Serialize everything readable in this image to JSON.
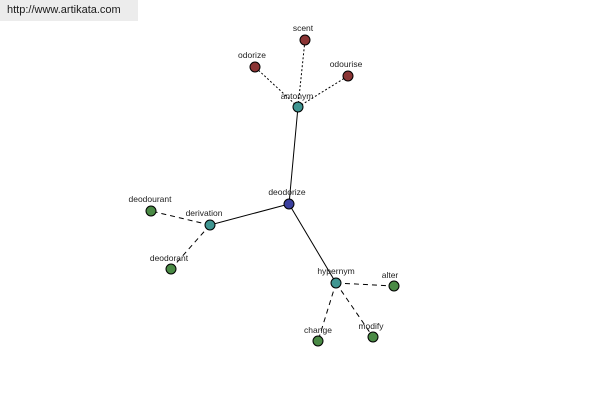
{
  "header": {
    "url": "http://www.artikata.com"
  },
  "colors": {
    "center": "#3a3f9e",
    "relation": "#3f9591",
    "antonym_word": "#8a3434",
    "word": "#4a8a45",
    "edge": "#000000"
  },
  "graph": {
    "center": {
      "label": "deodorize"
    },
    "relations": {
      "antonym": {
        "label": "antonym"
      },
      "derivation": {
        "label": "derivation"
      },
      "hypernym": {
        "label": "hypernym"
      }
    },
    "words": {
      "scent": {
        "label": "scent"
      },
      "odorize": {
        "label": "odorize"
      },
      "odourise": {
        "label": "odourise"
      },
      "deodourant": {
        "label": "deodourant"
      },
      "deodorant": {
        "label": "deodorant"
      },
      "alter": {
        "label": "alter"
      },
      "change": {
        "label": "change"
      },
      "modify": {
        "label": "modify"
      }
    }
  }
}
